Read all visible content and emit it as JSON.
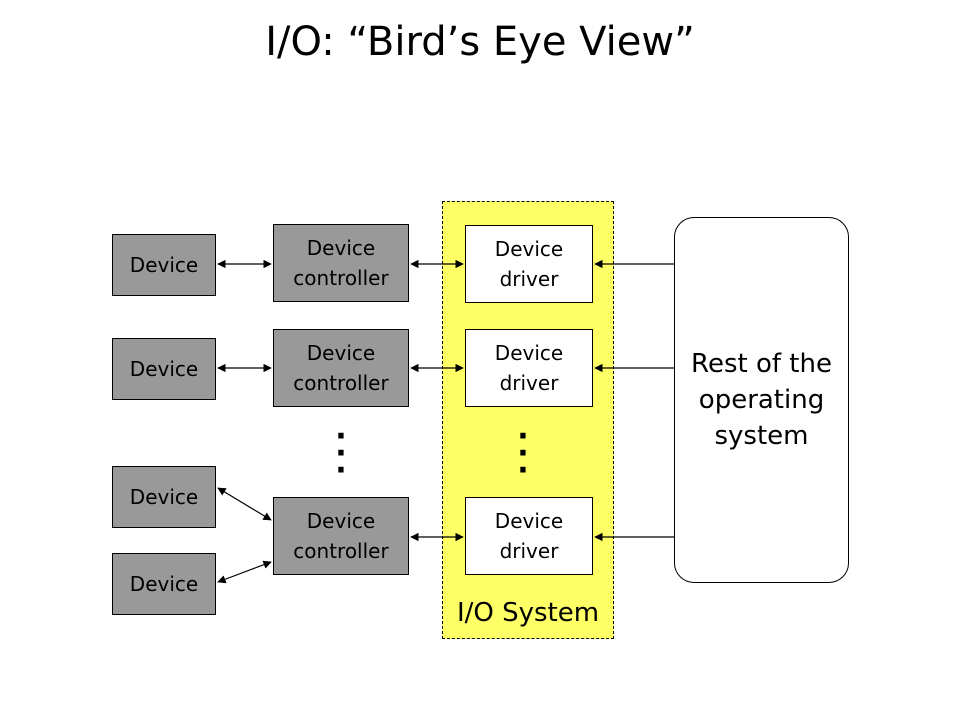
{
  "title": "I/O: “Bird’s Eye View”",
  "io_region_label": "I/O System",
  "devices": [
    "Device",
    "Device",
    "Device",
    "Device"
  ],
  "controllers": [
    {
      "line1": "Device",
      "line2": "controller"
    },
    {
      "line1": "Device",
      "line2": "controller"
    },
    {
      "line1": "Device",
      "line2": "controller"
    }
  ],
  "drivers": [
    {
      "line1": "Device",
      "line2": "driver"
    },
    {
      "line1": "Device",
      "line2": "driver"
    },
    {
      "line1": "Device",
      "line2": "driver"
    }
  ],
  "os_block": {
    "line1": "Rest of the",
    "line2": "operating",
    "line3": "system"
  },
  "ellipsis_glyph": "·",
  "colors": {
    "io_region_fill": "#ffff66",
    "hardware_fill": "#999999",
    "software_fill": "#ffffff",
    "stroke": "#000000"
  }
}
